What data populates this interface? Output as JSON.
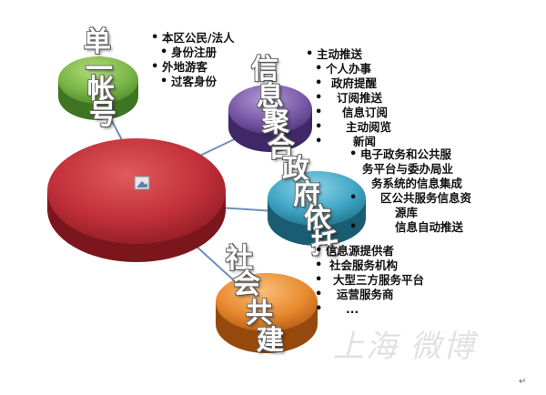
{
  "nodes": {
    "single_account": {
      "title_chars": [
        "单",
        "一",
        "帐",
        "号"
      ],
      "color": "#7ab648"
    },
    "info_aggregation": {
      "title_chars": [
        "信",
        "息",
        "聚",
        "合"
      ],
      "color": "#7a5aa8"
    },
    "gov_reliance": {
      "title_chars": [
        "政",
        "府",
        "依",
        "托"
      ],
      "color": "#3fa5c4"
    },
    "social_building": {
      "title_chars": [
        "社",
        "会",
        "共",
        "建"
      ],
      "color": "#e9892f"
    },
    "center": {
      "color": "#c8323a"
    }
  },
  "lists": {
    "single_account": [
      "本区公民/法人",
      "身份注册",
      "外地游客",
      "过客身份"
    ],
    "info_aggregation": [
      "主动推送",
      "个人办事",
      "政府提醒",
      "订阅推送",
      "信息订阅",
      "主动阅览",
      "新闻"
    ],
    "gov_reliance": [
      "电子政务和公共服",
      "务平台与委办局业",
      "务系统的信息集成",
      "区公共服务信息资",
      "源库",
      "信息自动推送"
    ],
    "social_building": [
      "信息源提供者",
      "社会服务机构",
      "大型三方服务平台",
      "运营服务商",
      "..."
    ]
  },
  "watermark": "上海 微博",
  "return_mark": "↵"
}
